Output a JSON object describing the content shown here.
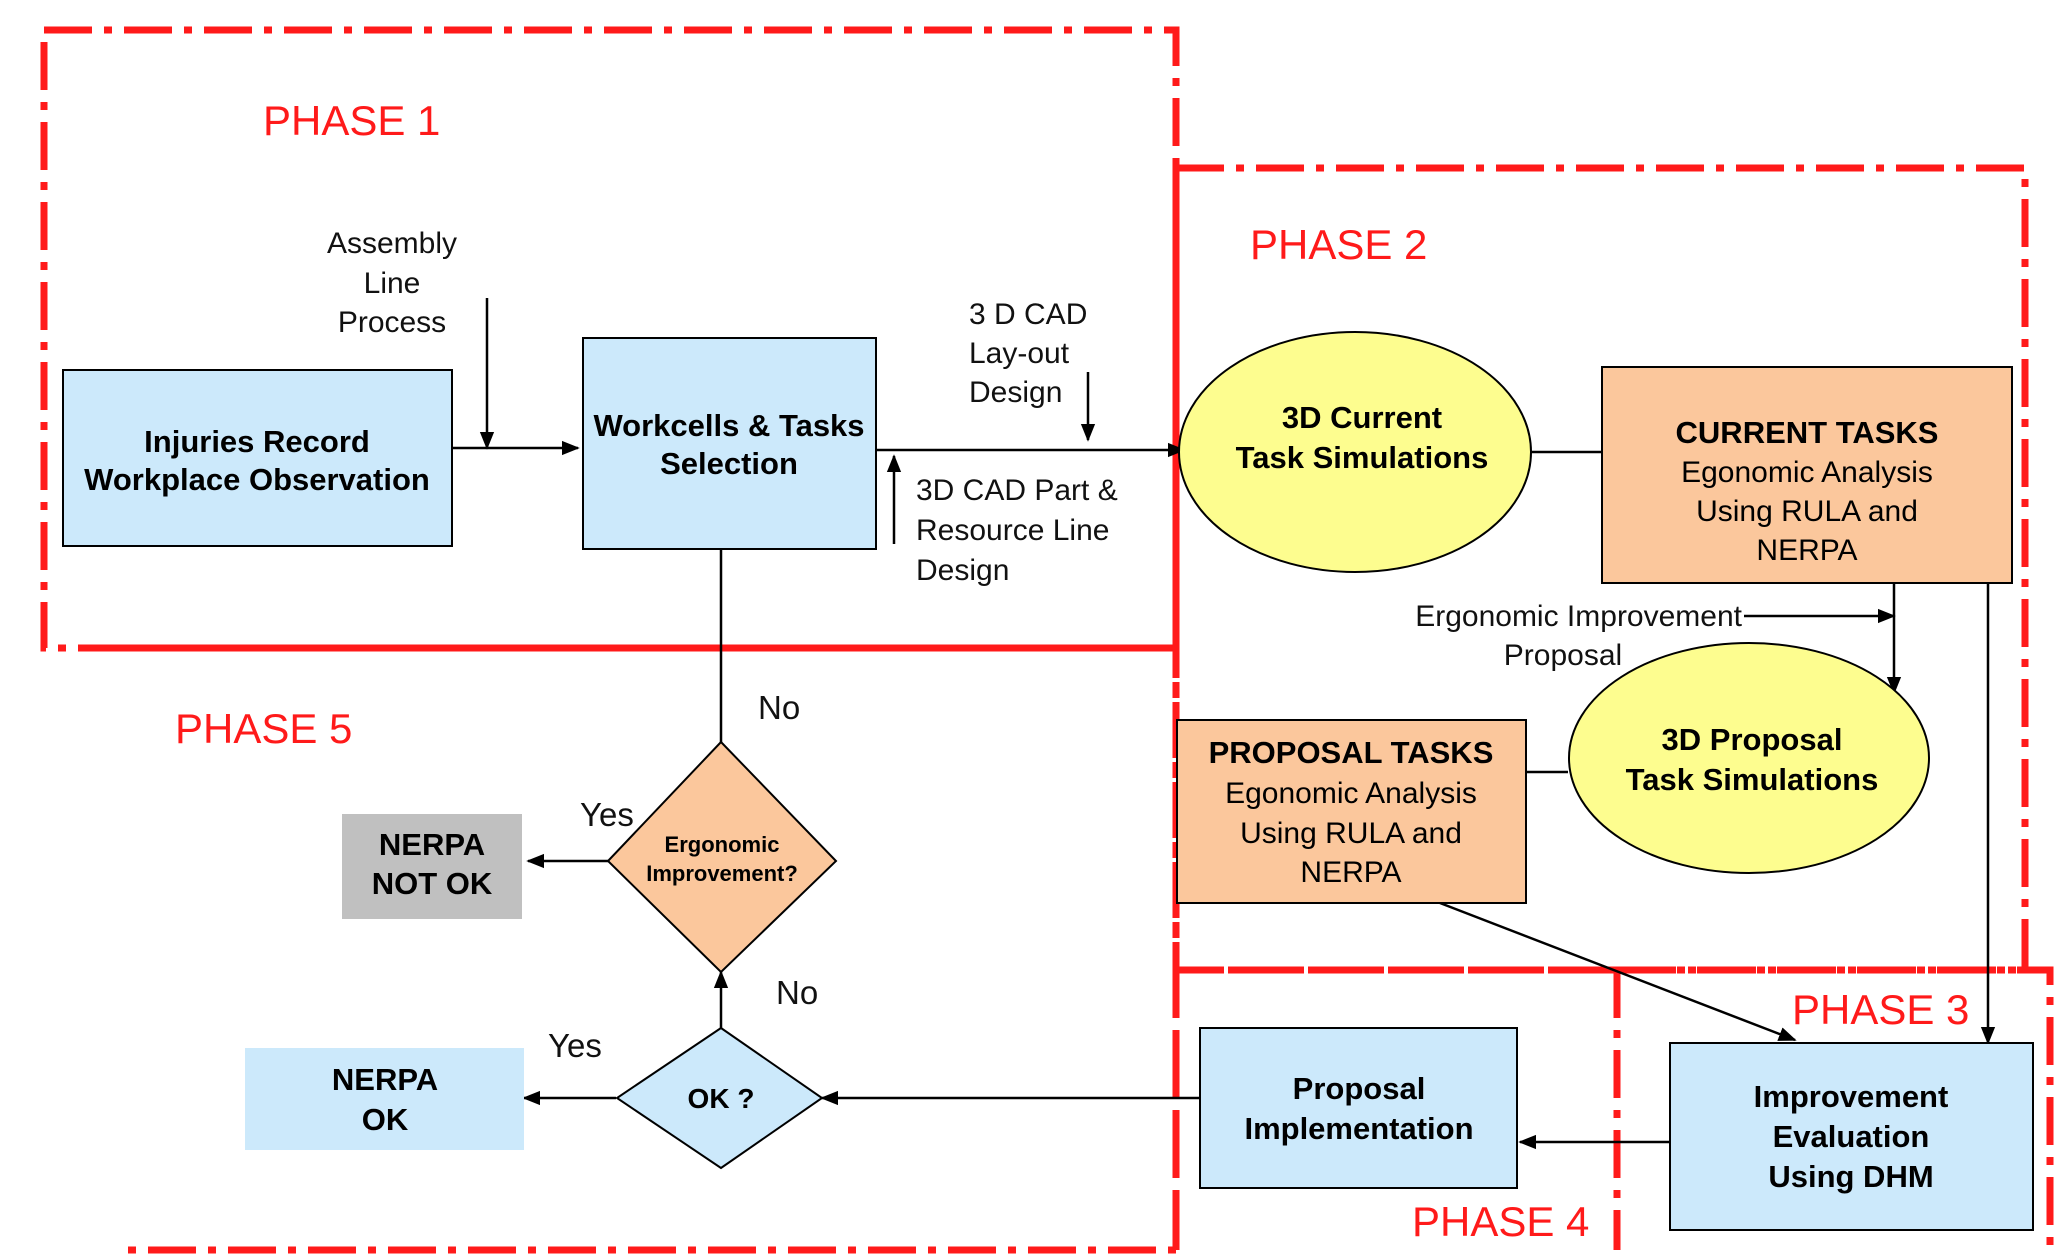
{
  "colors": {
    "phase_border": "#ff1a1a",
    "blue_box": "#cce9fb",
    "orange_box": "#fbc79c",
    "yellow_ellipse": "#fdfd8f",
    "gray_box": "#c0c0c0",
    "line": "#000000"
  },
  "phases": {
    "p1": "PHASE 1",
    "p2": "PHASE 2",
    "p3": "PHASE 3",
    "p4": "PHASE 4",
    "p5": "PHASE 5"
  },
  "nodes": {
    "injuries": [
      "Injuries Record",
      "Workplace Observation"
    ],
    "workcells": [
      "Workcells & Tasks",
      "Selection"
    ],
    "current_sim": [
      "3D  Current",
      "Task Simulations"
    ],
    "current_tasks": {
      "title": "CURRENT TASKS",
      "lines": [
        "Egonomic Analysis",
        "Using RULA and",
        "NERPA"
      ]
    },
    "proposal_sim": [
      "3D  Proposal",
      "Task Simulations"
    ],
    "proposal_tasks": {
      "title": "PROPOSAL TASKS",
      "lines": [
        "Egonomic Analysis",
        "Using RULA and",
        "NERPA"
      ]
    },
    "improvement_eval": [
      "Improvement",
      "Evaluation",
      "Using DHM"
    ],
    "proposal_impl": [
      "Proposal",
      "Implementation"
    ],
    "ok_decision": "OK ?",
    "ergonomic_decision": [
      "Ergonomic",
      "Improvement?"
    ],
    "nerpa_ok": [
      "NERPA",
      "OK"
    ],
    "nerpa_not_ok": [
      "NERPA",
      "NOT OK"
    ]
  },
  "labels": {
    "assembly": [
      "Assembly",
      "Line",
      "Process"
    ],
    "cad_layout": [
      "3 D CAD",
      "Lay-out",
      "Design"
    ],
    "cad_part": [
      "3D CAD Part &",
      "Resource  Line",
      "Design"
    ],
    "ergo_proposal": [
      "Ergonomic Improvement",
      "Proposal"
    ],
    "yes_top": "Yes",
    "no_top": "No",
    "yes_bottom": "Yes",
    "no_bottom": "No"
  }
}
